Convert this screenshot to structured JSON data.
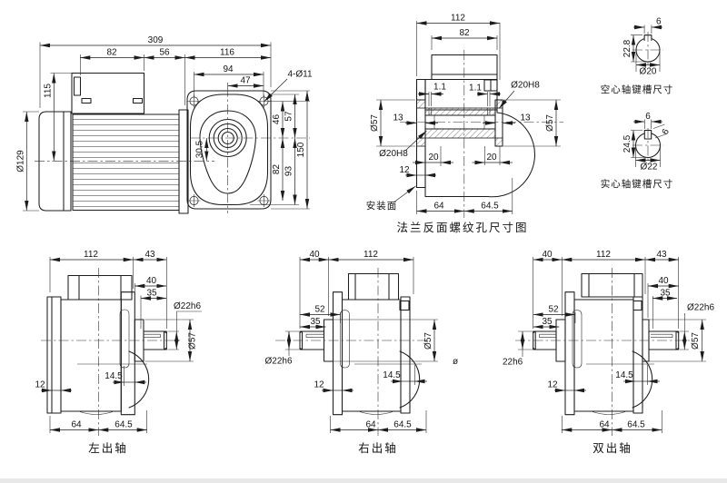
{
  "meta": {
    "background": "#ffffff",
    "line_color": "#1c1c1c"
  },
  "side_view": {
    "d309": "309",
    "d82": "82",
    "d56": "56",
    "d116": "116",
    "d94": "94",
    "d47": "47",
    "holes": "4-Ø11",
    "d115": "115",
    "d129": "Ø129",
    "d305": "30.5",
    "d46": "46",
    "d57": "57",
    "d82v": "82",
    "d93": "93",
    "d150": "150"
  },
  "front_view": {
    "d112": "112",
    "d82": "82",
    "g11a": "1.1",
    "g11b": "1.1",
    "bore_tr": "Ø20H8",
    "bore_bl": "Ø20H8",
    "d57l": "Ø57",
    "d57r": "Ø57",
    "d13l": "13",
    "d13r": "13",
    "d20l": "20",
    "d20r": "20",
    "d12": "12",
    "d64": "64",
    "d645": "64.5",
    "mount_label": "安装面",
    "caption": "法兰反面螺纹孔尺寸图"
  },
  "hollow_keyway": {
    "w": "6",
    "h": "22.8",
    "dia": "Ø20",
    "caption": "空心轴键槽尺寸"
  },
  "solid_keyway": {
    "w": "6",
    "h": "24.5",
    "dia": "Ø22",
    "side": "6",
    "caption": "实心轴键槽尺寸"
  },
  "left_view": {
    "d112": "112",
    "d43": "43",
    "d40": "40",
    "d35": "35",
    "shaft": "Ø22h6",
    "d57": "Ø57",
    "d145": "14.5",
    "d12": "12",
    "d64": "64",
    "d645": "64.5",
    "caption": "左出轴"
  },
  "right_view": {
    "d40": "40",
    "d112": "112",
    "d52": "52",
    "d35": "35",
    "shaft": "Ø22h6",
    "d57": "Ø57",
    "d145": "14.5",
    "d12": "12",
    "d64": "64",
    "d645": "64.5",
    "caption": "右出轴",
    "stray": "ø"
  },
  "double_view": {
    "d40": "40",
    "d112": "112",
    "d43": "43",
    "d52": "52",
    "d35l": "35",
    "d40r": "40",
    "d35r": "35",
    "shaft_l": "22h6",
    "shaft_r": "Ø22h6",
    "d57": "Ø57",
    "d145": "14.5",
    "d12": "12",
    "d64": "64",
    "d645": "64.5",
    "caption": "双出轴"
  }
}
